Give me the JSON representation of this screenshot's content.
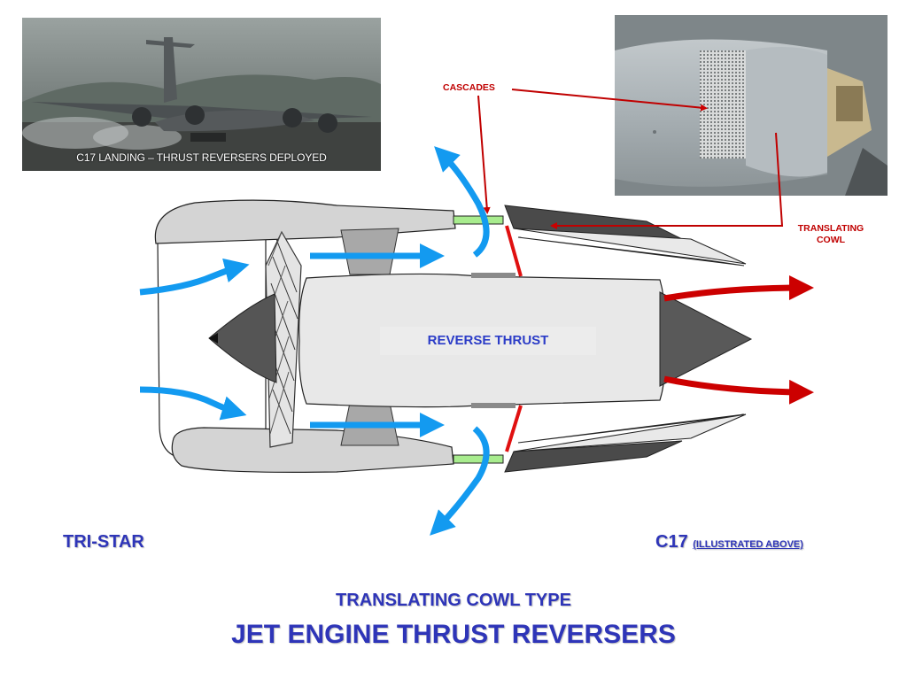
{
  "photos": {
    "left_caption": "C17 LANDING – THRUST REVERSERS DEPLOYED"
  },
  "callouts": {
    "cascades": "CASCADES",
    "translating_cowl_line1": "TRANSLATING",
    "translating_cowl_line2": "COWL"
  },
  "diagram": {
    "center_label": "REVERSE THRUST",
    "colors": {
      "intake_airflow": "#139af0",
      "exhaust_airflow": "#cc0000",
      "cascades": "#a8ec8e",
      "nacelle": "#d4d4d4",
      "cowl": "#4a4a4a"
    }
  },
  "labels": {
    "left_engine": "TRI-STAR",
    "right_engine": "C17",
    "right_engine_note": "(ILLUSTRATED ABOVE)",
    "subtitle": "TRANSLATING COWL TYPE",
    "title": "JET ENGINE THRUST REVERSERS"
  }
}
